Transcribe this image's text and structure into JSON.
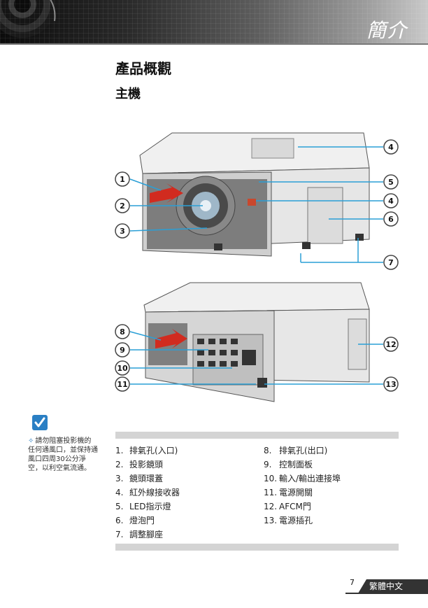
{
  "header": {
    "section_title": "簡介"
  },
  "page": {
    "title": "產品概觀",
    "subtitle": "主機",
    "page_number": "7",
    "language_tab": "繁體中文"
  },
  "note": {
    "bullet": "✧",
    "text": "請勿阻塞投影機的任何通風口，並保持通風口四周30公分淨空，以利空氣流通。"
  },
  "callouts": {
    "front": [
      "1",
      "2",
      "3",
      "4",
      "5",
      "4",
      "6",
      "7"
    ],
    "rear": [
      "8",
      "9",
      "10",
      "11",
      "12",
      "13"
    ]
  },
  "parts_left": [
    {
      "num": "1.",
      "label": "排氣孔(入口)"
    },
    {
      "num": "2.",
      "label": "投影鏡頭"
    },
    {
      "num": "3.",
      "label": "鏡頭環蓋"
    },
    {
      "num": "4.",
      "label": "紅外線接收器"
    },
    {
      "num": "5.",
      "label": "LED指示燈"
    },
    {
      "num": "6.",
      "label": "燈泡門"
    },
    {
      "num": "7.",
      "label": "調整腳座"
    }
  ],
  "parts_right": [
    {
      "num": "8.",
      "label": "排氣孔(出口)"
    },
    {
      "num": "9.",
      "label": "控制面板"
    },
    {
      "num": "10.",
      "label": "輸入/輸出連接埠"
    },
    {
      "num": "11.",
      "label": "電源開關"
    },
    {
      "num": "12.",
      "label": "AFCM門"
    },
    {
      "num": "13.",
      "label": "電源插孔"
    }
  ],
  "colors": {
    "accent_line": "#2a9fd6",
    "header_dark": "#0b0b0b",
    "bar_gray": "#d4d4d4",
    "note_blue": "#2a7fc4"
  }
}
